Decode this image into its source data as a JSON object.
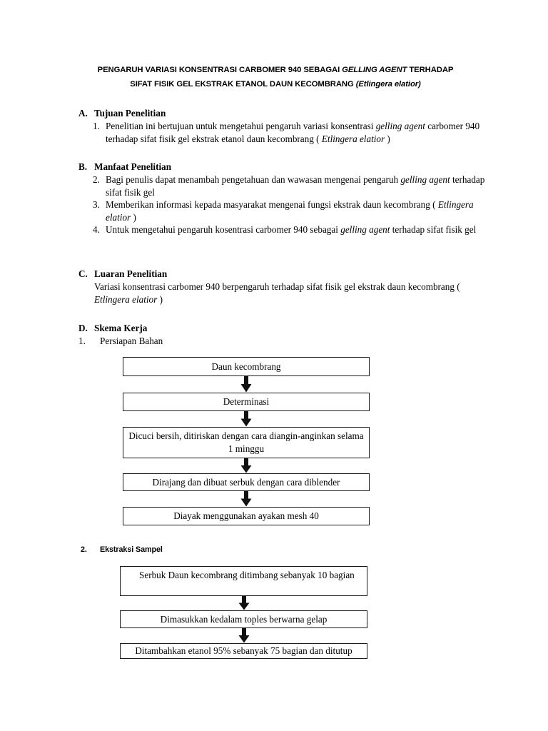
{
  "document": {
    "title_line1_pre": "PENGARUH VARIASI KONSENTRASI CARBOMER 940 SEBAGAI ",
    "title_line1_ital": "GELLING AGENT",
    "title_line1_post": " TERHADAP",
    "title_line2_pre": "SIFAT FISIK GEL EKSTRAK ETANOL DAUN KECOMBRANG ",
    "title_line2_ital": "(Etlingera elatior)"
  },
  "sections": {
    "a": {
      "letter": "A.",
      "heading": "Tujuan Penelitian",
      "items": [
        {
          "num": "1.",
          "parts": [
            {
              "text": "Penelitian ini bertujuan untuk mengetahui pengaruh variasi konsentrasi ",
              "italic": false
            },
            {
              "text": "gelling agent",
              "italic": true
            },
            {
              "text": " carbomer 940 terhadap sifat fisik gel ekstrak etanol daun kecombrang ( ",
              "italic": false
            },
            {
              "text": "Etlingera elatior",
              "italic": true
            },
            {
              "text": " )",
              "italic": false
            }
          ]
        }
      ]
    },
    "b": {
      "letter": "B.",
      "heading": "Manfaat Penelitian",
      "items": [
        {
          "num": "2.",
          "parts": [
            {
              "text": "Bagi penulis dapat menambah pengetahuan dan wawasan mengenai pengaruh ",
              "italic": false
            },
            {
              "text": "gelling agent",
              "italic": true
            },
            {
              "text": " terhadap sifat fisik gel",
              "italic": false
            }
          ]
        },
        {
          "num": "3.",
          "parts": [
            {
              "text": "Memberikan informasi kepada masyarakat mengenai fungsi ekstrak daun kecombrang  ( ",
              "italic": false
            },
            {
              "text": "Etlingera elatior",
              "italic": true
            },
            {
              "text": " )",
              "italic": false
            }
          ]
        },
        {
          "num": "4.",
          "parts": [
            {
              "text": "Untuk mengetahui pengaruh kosentrasi carbomer 940 sebagai ",
              "italic": false
            },
            {
              "text": "gelling agent",
              "italic": true
            },
            {
              "text": " terhadap sifat fisik gel",
              "italic": false
            }
          ]
        }
      ]
    },
    "c": {
      "letter": "C.",
      "heading": "Luaran Penelitian",
      "body_parts": [
        {
          "text": "Variasi konsentrasi carbomer 940 berpengaruh terhadap sifat fisik gel ekstrak daun kecombrang ( ",
          "italic": false
        },
        {
          "text": "Etlingera elatior",
          "italic": true
        },
        {
          "text": " )",
          "italic": false
        }
      ]
    },
    "d": {
      "letter": "D.",
      "heading": "Skema Kerja",
      "step1_num": "1.",
      "step1_label": "Persiapan Bahan",
      "step2_num": "2.",
      "step2_label": "Ekstraksi Sampel"
    }
  },
  "flowchart_1": {
    "name": "persiapan-bahan-flow",
    "boxes": [
      {
        "text": "Daun kecombrang"
      },
      {
        "text": "Determinasi"
      },
      {
        "text": "Dicuci bersih, ditiriskan dengan cara diangin-anginkan selama 1 minggu"
      },
      {
        "text": "Dirajang dan dibuat serbuk dengan cara diblender"
      },
      {
        "text": "Diayak menggunakan ayakan mesh 40"
      }
    ]
  },
  "flowchart_2": {
    "name": "ekstraksi-sampel-flow",
    "boxes": [
      {
        "text": "Serbuk Daun kecombrang ditimbang sebanyak 10 bagian"
      },
      {
        "text": "Dimasukkan kedalam toples berwarna gelap"
      },
      {
        "text": "Ditambahkan etanol 95% sebanyak 75 bagian dan ditutup"
      }
    ]
  },
  "colors": {
    "text": "#000000",
    "box_border": "#1a1a1a",
    "arrow_fill": "#111111",
    "page_background": "#ffffff"
  }
}
